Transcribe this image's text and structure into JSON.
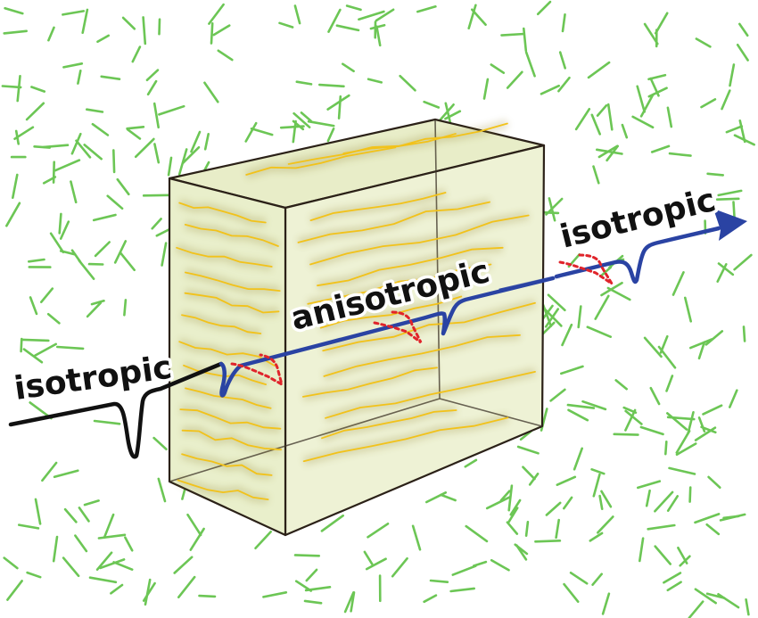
{
  "labels": {
    "left": "isotropic",
    "middle": "anisotropic",
    "right": "isotropic"
  },
  "colors": {
    "background": "#ffffff",
    "isotropic_strokes": "#6cc655",
    "box_fill": "#eef2d2",
    "box_edges": "#2b2118",
    "fiber_lines": "#f2c21a",
    "incoming_wave": "#111111",
    "propagating_wave": "#2a43a3",
    "delay_trace": "#e0242b",
    "label_text": "#111111"
  }
}
